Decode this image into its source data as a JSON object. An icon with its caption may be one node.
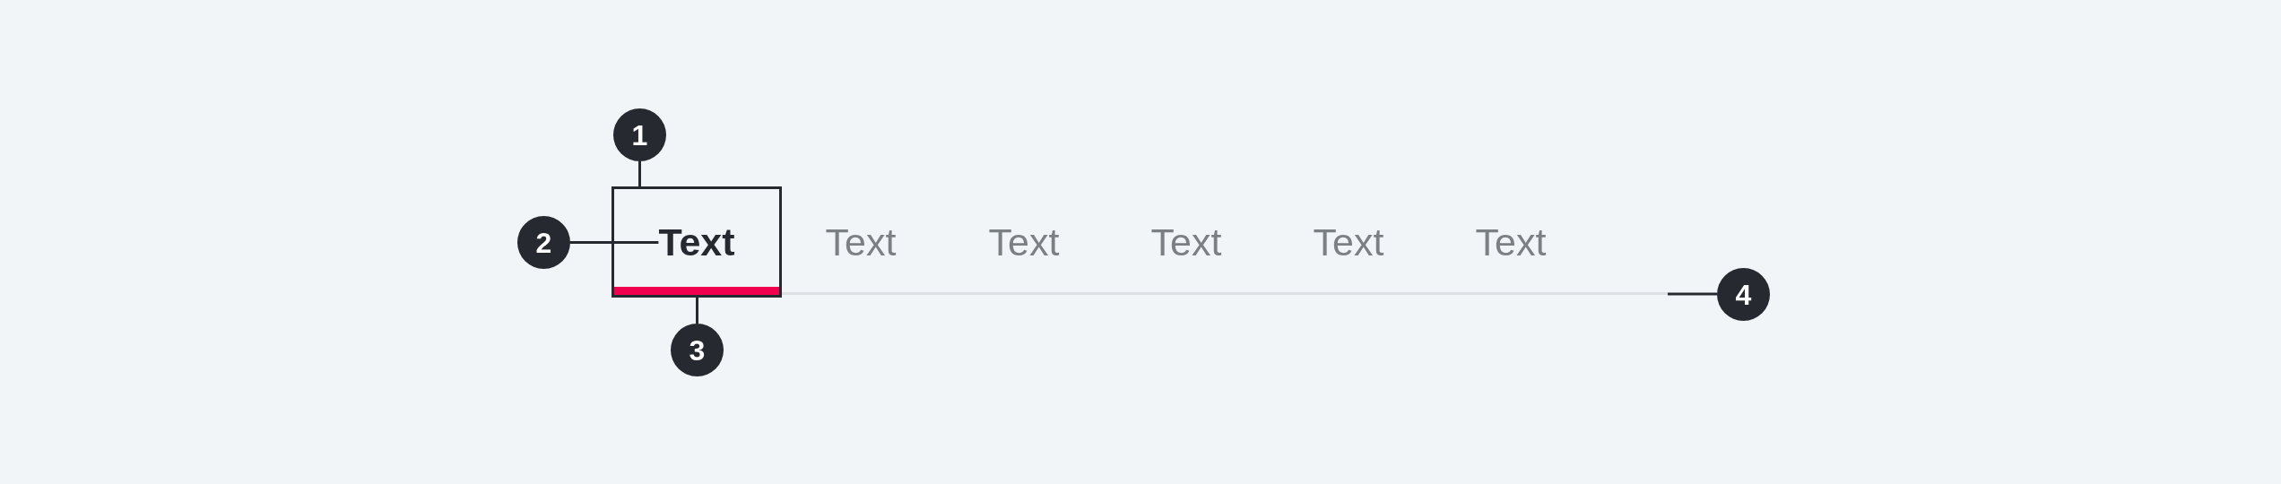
{
  "diagram": {
    "nodes": [
      {
        "text": [
          "1"
        ]
      },
      {
        "text": [
          "2"
        ]
      },
      {
        "text": [],
        "shape": "box"
      },
      {
        "text": [
          "Text"
        ],
        "in": 2
      },
      {
        "text": [],
        "shape": "bar",
        "in": 2
      },
      {
        "text": [
          "3"
        ]
      },
      {
        "text": [],
        "shape": "line"
      },
      {
        "text": [
          "4"
        ]
      }
    ],
    "edges": [
      {
        "from": 0,
        "to": 2,
        "arrow": "none"
      },
      {
        "from": 1,
        "to": 3,
        "arrow": "none"
      },
      {
        "from": 5,
        "to": 4,
        "arrow": "none"
      },
      {
        "from": 7,
        "to": 6,
        "arrow": "none"
      }
    ],
    "labels": [
      "Text",
      "Text",
      "Text",
      "Text",
      "Text"
    ]
  }
}
